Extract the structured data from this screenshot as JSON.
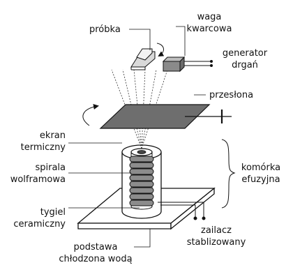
{
  "labels": {
    "sample": "próbka",
    "quartz_balance": [
      "waga",
      "kwarcowa"
    ],
    "vibration_generator": [
      "generator",
      "drgań"
    ],
    "shutter": "przesłona",
    "heat_shield": [
      "ekran",
      "termiczny"
    ],
    "tungsten_spiral": [
      "spirala",
      "wolframowa"
    ],
    "effusion_cell": [
      "komórka",
      "efuzyjna"
    ],
    "ceramic_crucible": [
      "tygiel",
      "ceramiczny"
    ],
    "power_supply": [
      "zailacz",
      "stablizowany"
    ],
    "cooled_base": [
      "podstawa",
      "chłodzona wodą"
    ]
  },
  "colors": {
    "line": "#111111",
    "shutter_fill": "#6e6e6e",
    "balance_fill": "#8a8a8a",
    "sample_fill": "#d9d9d9",
    "spiral_fill": "#8c8c8c"
  }
}
